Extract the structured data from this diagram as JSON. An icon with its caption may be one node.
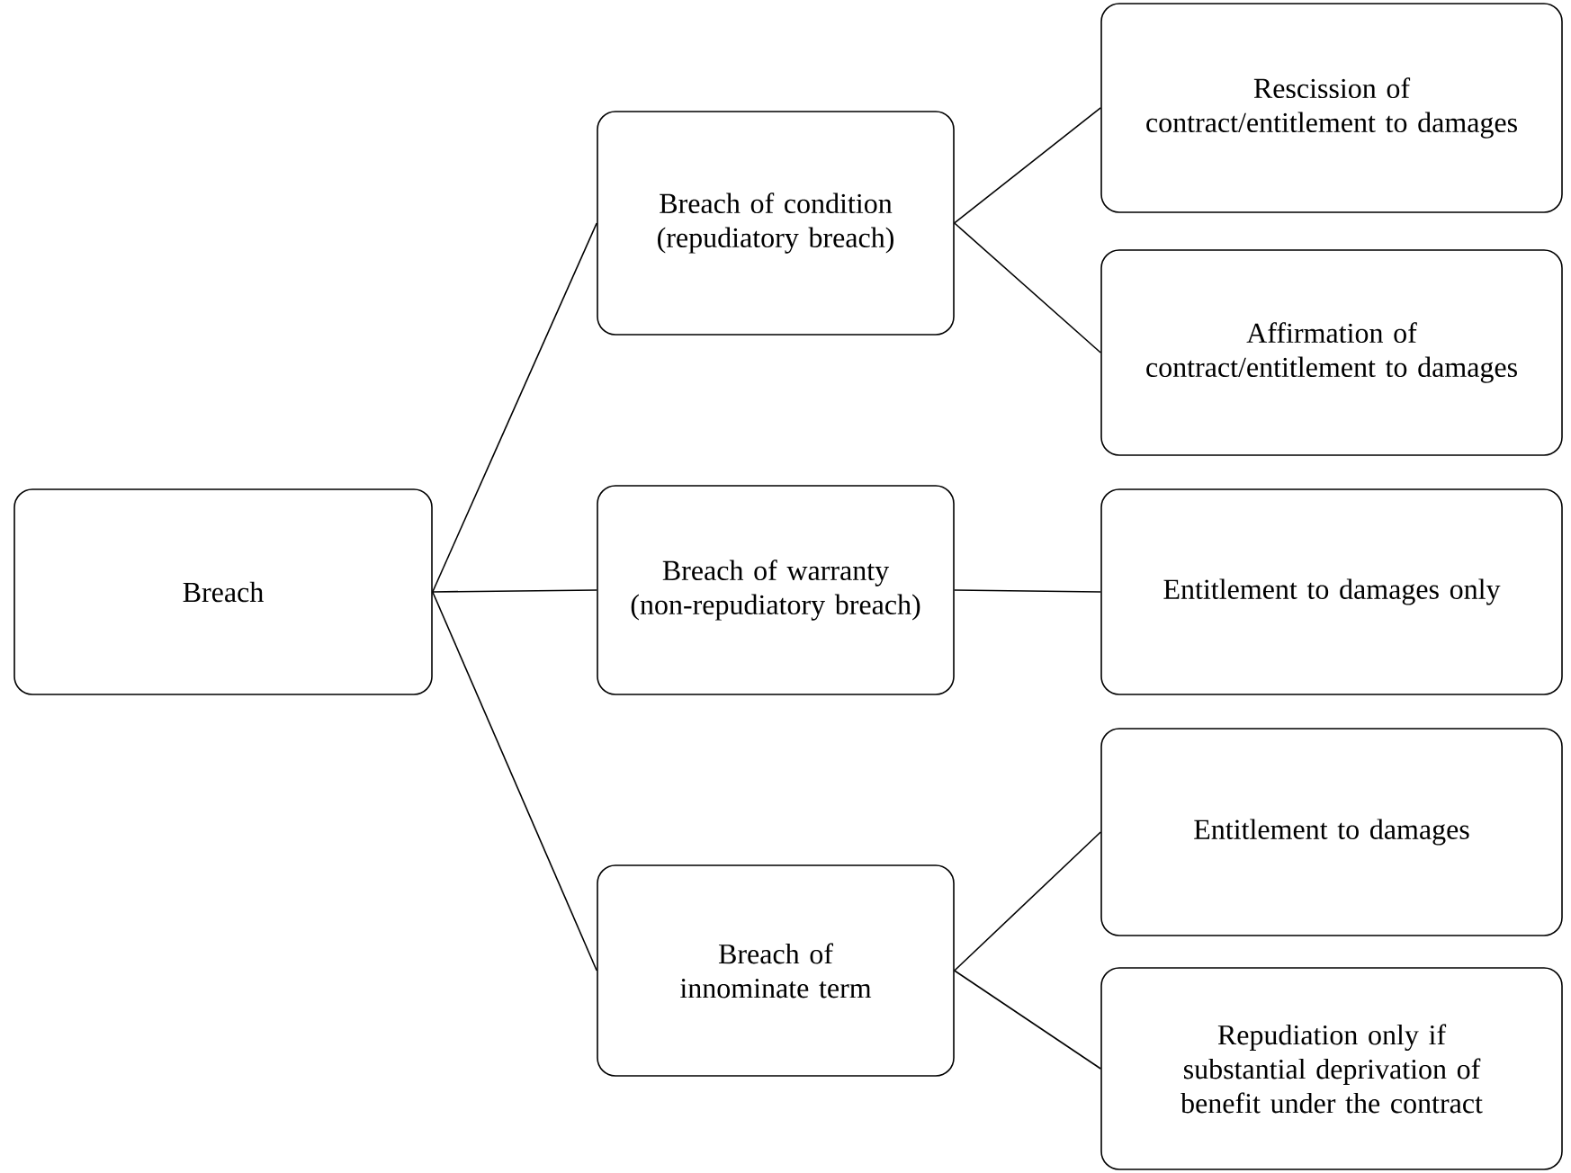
{
  "diagram": {
    "nodes": [
      {
        "text": [
          "Breach"
        ]
      },
      {
        "text": [
          "Breach of condition (repudiatory breach)"
        ]
      },
      {
        "text": [
          "Breach of warranty (non-repudiatory breach)"
        ]
      },
      {
        "text": [
          "Breach of innominate term"
        ]
      },
      {
        "text": [
          "Rescission of contract/entitlement to damages"
        ]
      },
      {
        "text": [
          "Affirmation of contract/entitlement to damages"
        ]
      },
      {
        "text": [
          "Entitlement to damages only"
        ]
      },
      {
        "text": [
          "Entitlement to damages"
        ]
      },
      {
        "text": [
          "Repudiation only if substantial deprivation of benefit under the contract"
        ]
      }
    ],
    "edges": [
      {
        "from": 0,
        "to": 1,
        "arrow": "none"
      },
      {
        "from": 0,
        "to": 2,
        "arrow": "none"
      },
      {
        "from": 0,
        "to": 3,
        "arrow": "none"
      },
      {
        "from": 1,
        "to": 4,
        "arrow": "none"
      },
      {
        "from": 1,
        "to": 5,
        "arrow": "none"
      },
      {
        "from": 2,
        "to": 6,
        "arrow": "none"
      },
      {
        "from": 3,
        "to": 7,
        "arrow": "none"
      },
      {
        "from": 3,
        "to": 8,
        "arrow": "none"
      }
    ]
  }
}
